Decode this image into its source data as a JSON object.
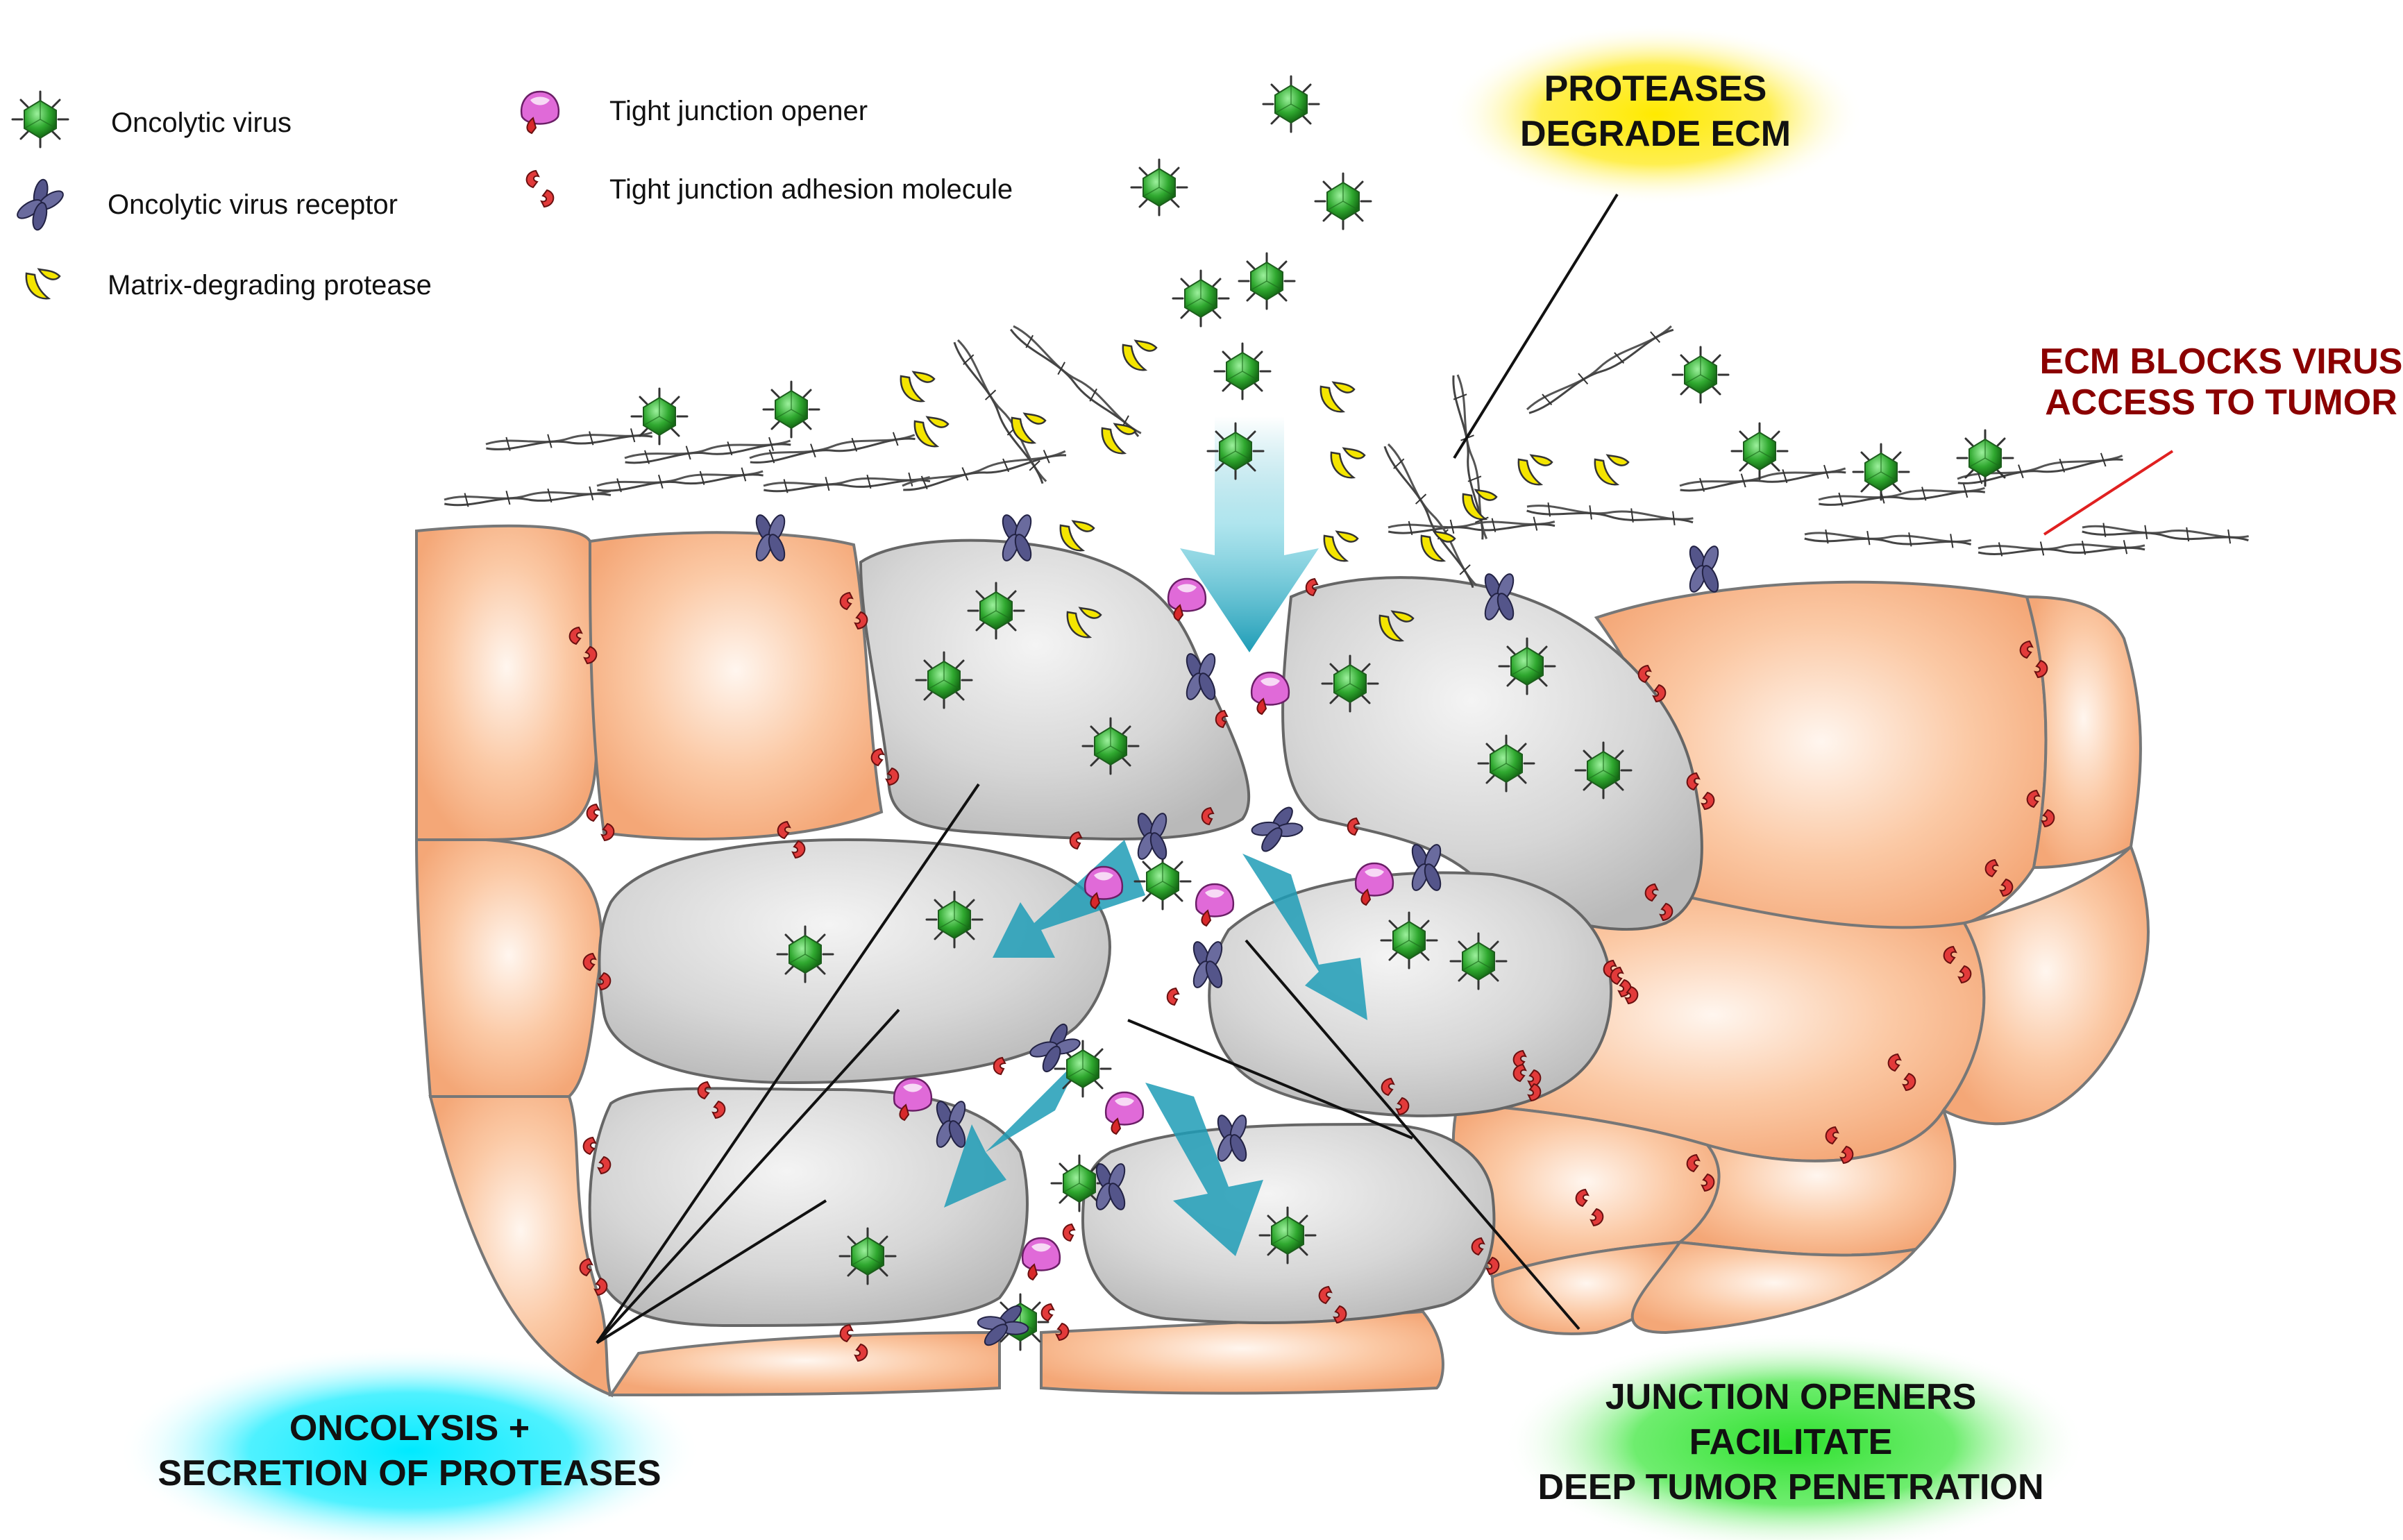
{
  "legend": {
    "oncolytic_virus": "Oncolytic virus",
    "virus_receptor": "Oncolytic virus receptor",
    "protease": "Matrix-degrading protease",
    "junction_opener": "Tight junction opener",
    "adhesion_molecule": "Tight junction adhesion molecule"
  },
  "callouts": {
    "proteases_line1": "PROTEASES",
    "proteases_line2": "DEGRADE ECM",
    "ecm_line1": "ECM BLOCKS VIRUS",
    "ecm_line2": "ACCESS TO TUMOR",
    "oncolysis_line1": "ONCOLYSIS +",
    "oncolysis_line2": "SECRETION OF PROTEASES",
    "junction_line1": "JUNCTION OPENERS",
    "junction_line2": "FACILITATE",
    "junction_line3": "DEEP TUMOR PENETRATION"
  },
  "colors": {
    "virus": "#2fa82f",
    "receptor": "#4a4a7a",
    "protease": "#f2e400",
    "opener": "#d23cc8",
    "adhesion": "#d8282a",
    "tumor_cell": "#f7b48a",
    "infected_cell": "#cfcfcf",
    "ecm_fiber": "#555555",
    "arrow": "#2ba8c0",
    "glow_yellow": "#ffe000",
    "glow_cyan": "#00e5ff",
    "glow_green": "#33e033",
    "ecm_text": "#8b0000"
  }
}
